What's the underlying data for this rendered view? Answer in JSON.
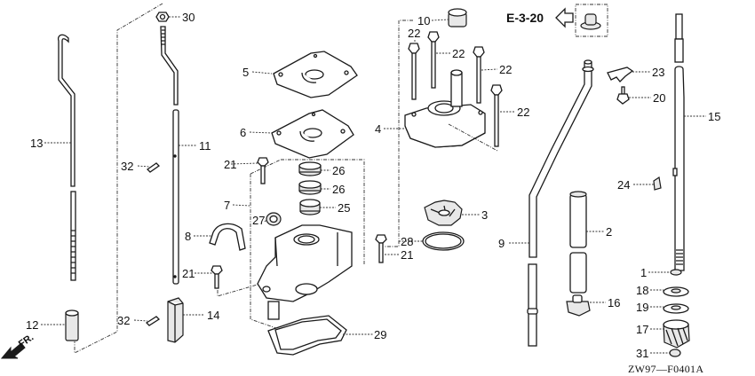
{
  "diagram": {
    "figure_code": "ZW97—F0401A",
    "reference": {
      "label": "E-3-20",
      "icon": "arrow-left-outline-icon"
    },
    "direction_indicator": {
      "label": "FR.",
      "icon": "arrow-down-left-filled-icon"
    },
    "callouts": [
      {
        "id": "c30",
        "label": "30",
        "part": "nut"
      },
      {
        "id": "c13",
        "label": "13",
        "part": "shift-rod-upper"
      },
      {
        "id": "c11",
        "label": "11",
        "part": "shift-rod"
      },
      {
        "id": "c32a",
        "label": "32",
        "part": "pin"
      },
      {
        "id": "c12",
        "label": "12",
        "part": "rod-joint"
      },
      {
        "id": "c32b",
        "label": "32",
        "part": "pin"
      },
      {
        "id": "c14",
        "label": "14",
        "part": "rod-joint"
      },
      {
        "id": "c5",
        "label": "5",
        "part": "plate"
      },
      {
        "id": "c6",
        "label": "6",
        "part": "gasket-plate"
      },
      {
        "id": "c21a",
        "label": "21",
        "part": "bolt"
      },
      {
        "id": "c26a",
        "label": "26",
        "part": "bearing"
      },
      {
        "id": "c26b",
        "label": "26",
        "part": "bearing"
      },
      {
        "id": "c25",
        "label": "25",
        "part": "bearing"
      },
      {
        "id": "c7",
        "label": "7",
        "part": "pump-case-assembly"
      },
      {
        "id": "c27",
        "label": "27",
        "part": "oil-seal"
      },
      {
        "id": "c8",
        "label": "8",
        "part": "grommet"
      },
      {
        "id": "c21b",
        "label": "21",
        "part": "bolt"
      },
      {
        "id": "c29",
        "label": "29",
        "part": "gasket"
      },
      {
        "id": "c10",
        "label": "10",
        "part": "seal"
      },
      {
        "id": "c22a",
        "label": "22",
        "part": "bolt"
      },
      {
        "id": "c22b",
        "label": "22",
        "part": "bolt"
      },
      {
        "id": "c22c",
        "label": "22",
        "part": "bolt"
      },
      {
        "id": "c22d",
        "label": "22",
        "part": "bolt"
      },
      {
        "id": "c4",
        "label": "4",
        "part": "pump-housing"
      },
      {
        "id": "c28",
        "label": "28",
        "part": "o-ring"
      },
      {
        "id": "c21c",
        "label": "21",
        "part": "bolt"
      },
      {
        "id": "c3",
        "label": "3",
        "part": "impeller"
      },
      {
        "id": "c9",
        "label": "9",
        "part": "water-tube"
      },
      {
        "id": "c2",
        "label": "2",
        "part": "tube-seal"
      },
      {
        "id": "c16",
        "label": "16",
        "part": "grommet"
      },
      {
        "id": "c23",
        "label": "23",
        "part": "clip"
      },
      {
        "id": "c20",
        "label": "20",
        "part": "bolt"
      },
      {
        "id": "c15",
        "label": "15",
        "part": "vertical-shaft"
      },
      {
        "id": "c24",
        "label": "24",
        "part": "key"
      },
      {
        "id": "c1",
        "label": "1",
        "part": "circlip"
      },
      {
        "id": "c18",
        "label": "18",
        "part": "shim"
      },
      {
        "id": "c19",
        "label": "19",
        "part": "thrust-washer"
      },
      {
        "id": "c17",
        "label": "17",
        "part": "pinion-gear"
      },
      {
        "id": "c31",
        "label": "31",
        "part": "nut"
      }
    ]
  }
}
